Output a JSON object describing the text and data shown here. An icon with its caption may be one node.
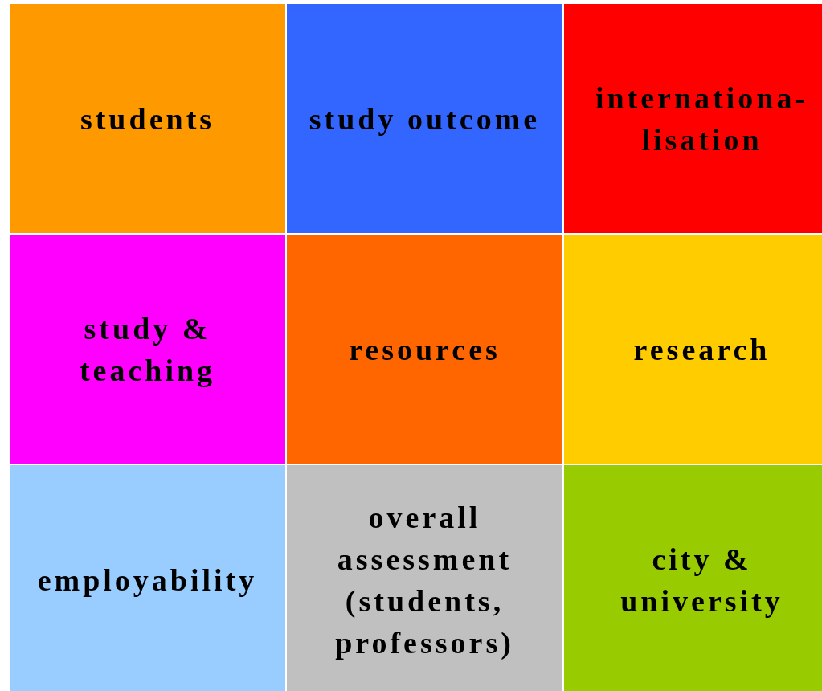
{
  "diagram": {
    "nodes": [
      {
        "text": [
          "students"
        ]
      },
      {
        "text": [
          "study outcome"
        ]
      },
      {
        "text": [
          "internationa-lisation"
        ]
      },
      {
        "text": [
          "study & teaching"
        ]
      },
      {
        "text": [
          "resources"
        ]
      },
      {
        "text": [
          "research"
        ]
      },
      {
        "text": [
          "employability"
        ]
      },
      {
        "text": [
          "overall assessment (students, professors)"
        ]
      },
      {
        "text": [
          "city & university"
        ]
      }
    ]
  }
}
